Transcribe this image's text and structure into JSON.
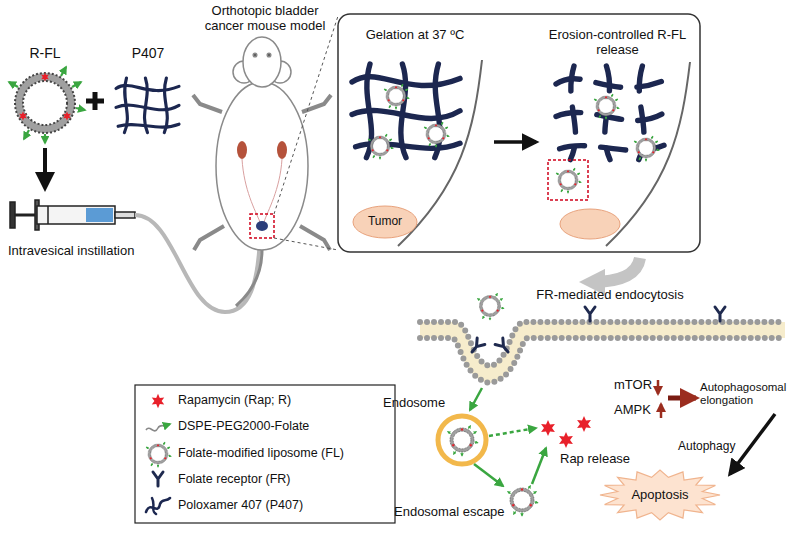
{
  "diagram": {
    "nodes": [
      {
        "text": [
          "Gelation at 37 ºC"
        ]
      },
      {
        "text": [
          "Erosion-controlled R-FL release"
        ]
      },
      {
        "text": [
          "Apoptosis"
        ]
      }
    ],
    "edges": [
      {
        "from": 0,
        "to": 1,
        "arrow": "to"
      }
    ],
    "labels": [
      "R-FL",
      "P407",
      "Orthotopic bladder cancer mouse model",
      "Intravesical instillation",
      "Tumor",
      "FR-mediated endocytosis",
      "Endosome",
      "Endosomal escape",
      "Rap release",
      "mTOR",
      "AMPK",
      "Autophagosomal elongation",
      "Autophagy"
    ],
    "legend": [
      {
        "text": "Rapamycin (Rap; R)"
      },
      {
        "text": "DSPE-PEG2000-Folate"
      },
      {
        "text": "Folate-modified liposome (FL)"
      },
      {
        "text": "Folate receptor (FR)"
      },
      {
        "text": "Poloxamer 407 (P407)"
      }
    ]
  }
}
